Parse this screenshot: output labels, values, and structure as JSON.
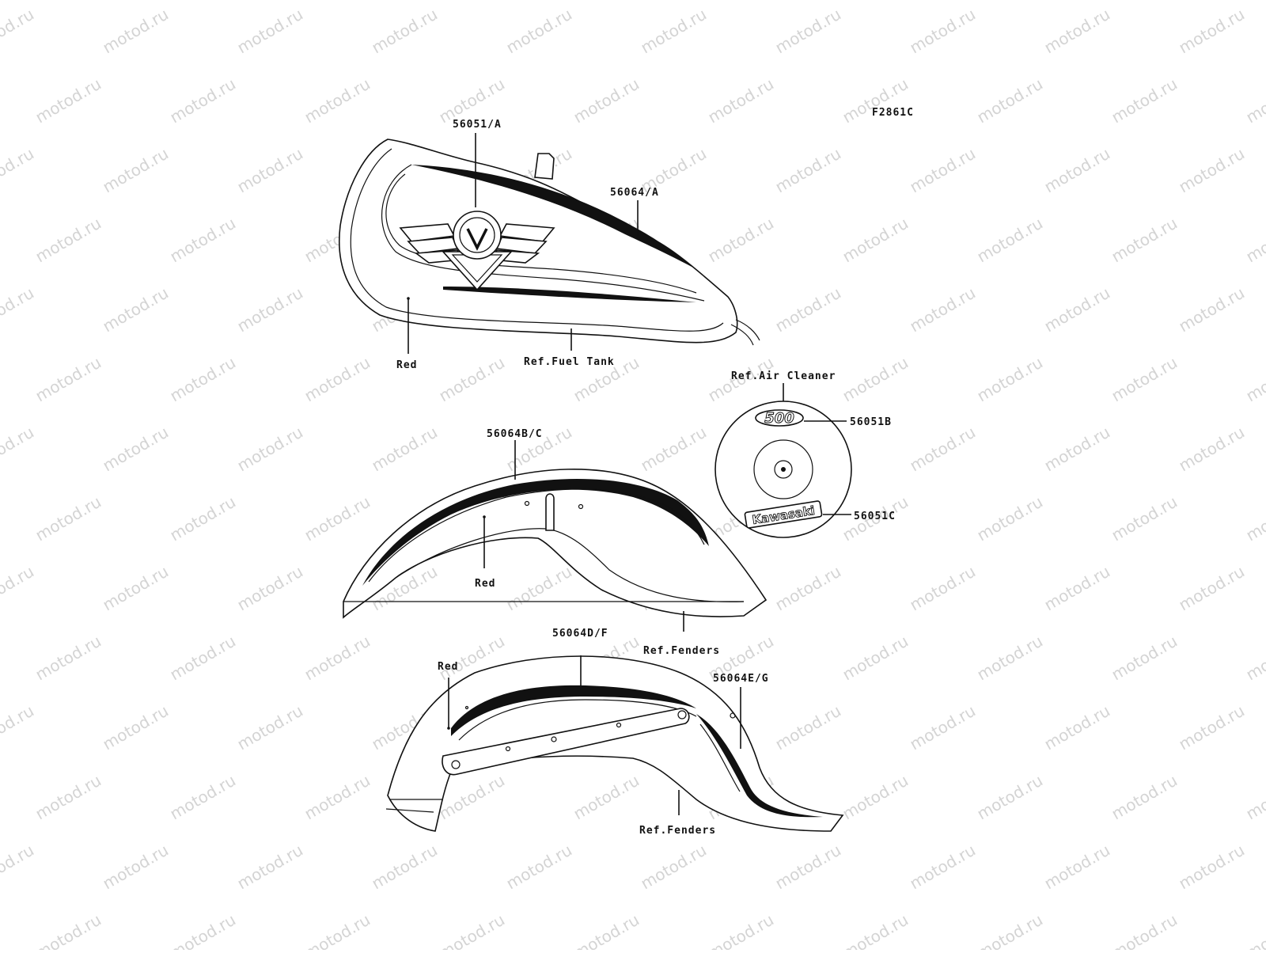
{
  "watermark": "motod.ru",
  "figure_code": "F2861C",
  "labels": {
    "tank_emblem": "56051/A",
    "tank_stripe": "56064/A",
    "tank_red": "Red",
    "ref_fuel_tank": "Ref.Fuel Tank",
    "ref_air_cleaner": "Ref.Air Cleaner",
    "air_cleaner_500": "56051B",
    "air_cleaner_kawasaki": "56051C",
    "front_fender_stripe": "56064B/C",
    "front_fender_red": "Red",
    "ref_fenders_front": "Ref.Fenders",
    "rear_fender_stripe_top": "56064D/F",
    "rear_fender_red": "Red",
    "rear_fender_stripe_side": "56064E/G",
    "ref_fenders_rear": "Ref.Fenders"
  },
  "decal_text": {
    "displacement": "500",
    "brand": "Kawasaki"
  },
  "colors": {
    "line": "#111111",
    "watermark": "#d4d4d4",
    "background": "#ffffff"
  }
}
